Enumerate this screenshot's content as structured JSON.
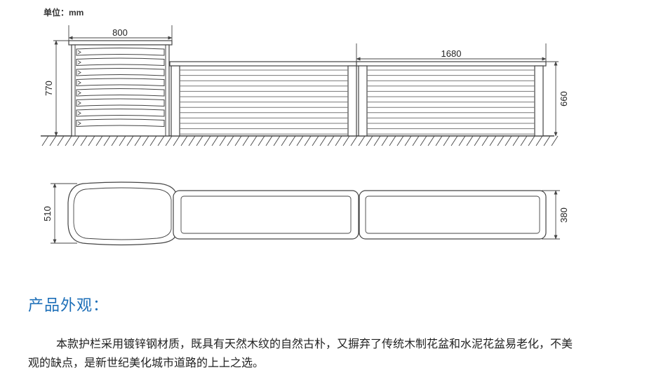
{
  "drawing": {
    "unit_label": "单位：mm",
    "dims": {
      "top_width_left": "800",
      "top_width_right": "1680",
      "height_left": "770",
      "height_right": "660",
      "plan_depth_left": "510",
      "plan_depth_right": "380"
    },
    "colors": {
      "line": "#444444",
      "slat": "#777777",
      "fill": "#ffffff"
    }
  },
  "section": {
    "title": "产品外观：",
    "description": "本款护栏采用镀锌钢材质，既具有天然木纹的自然古朴，又摒弃了传统木制花盆和水泥花盆易老化，不美观的缺点，是新世纪美化城市道路的上上之选。",
    "title_color": "#1d6fb8"
  }
}
